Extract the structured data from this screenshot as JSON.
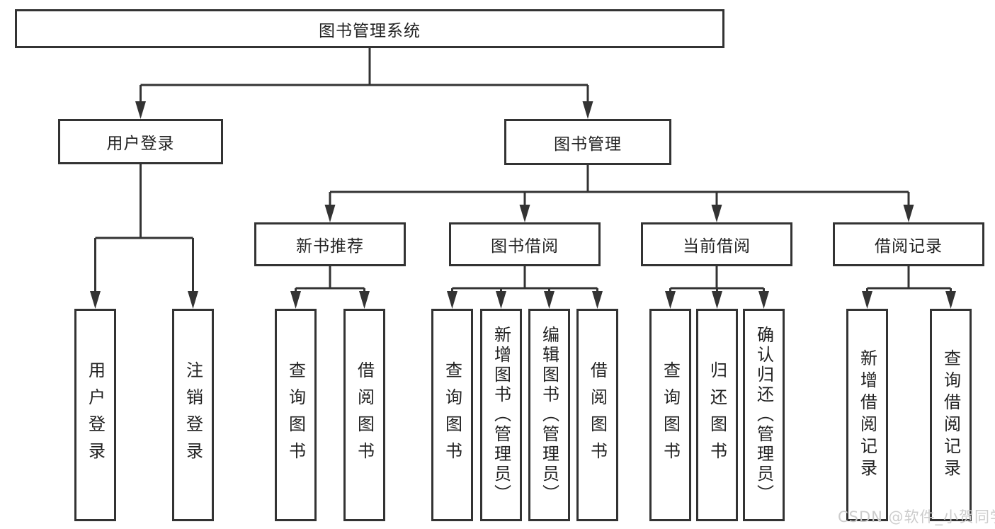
{
  "diagram": {
    "title_node": "图书管理系统",
    "level2": {
      "user_login": "用户登录",
      "book_mgmt": "图书管理"
    },
    "level3": {
      "new_book": "新书推荐",
      "book_borrow": "图书借阅",
      "current_borrow": "当前借阅",
      "borrow_record": "借阅记录"
    },
    "leaves": {
      "user_login": [
        "用户登录",
        "注销登录"
      ],
      "new_book": [
        "查询图书",
        "借阅图书"
      ],
      "book_borrow": [
        "查询图书",
        "新增图书（管理员）",
        "编辑图书（管理员）",
        "借阅图书"
      ],
      "current_borrow": [
        "查询图书",
        "归还图书",
        "确认归还（管理员）"
      ],
      "borrow_record": [
        "新增借阅记录",
        "查询借阅记录"
      ]
    },
    "watermark": "CSDN @软件_小贺同学",
    "colors": {
      "line": "#333333",
      "text": "#222222",
      "watermark": "#cccccc",
      "background": "#ffffff"
    }
  }
}
